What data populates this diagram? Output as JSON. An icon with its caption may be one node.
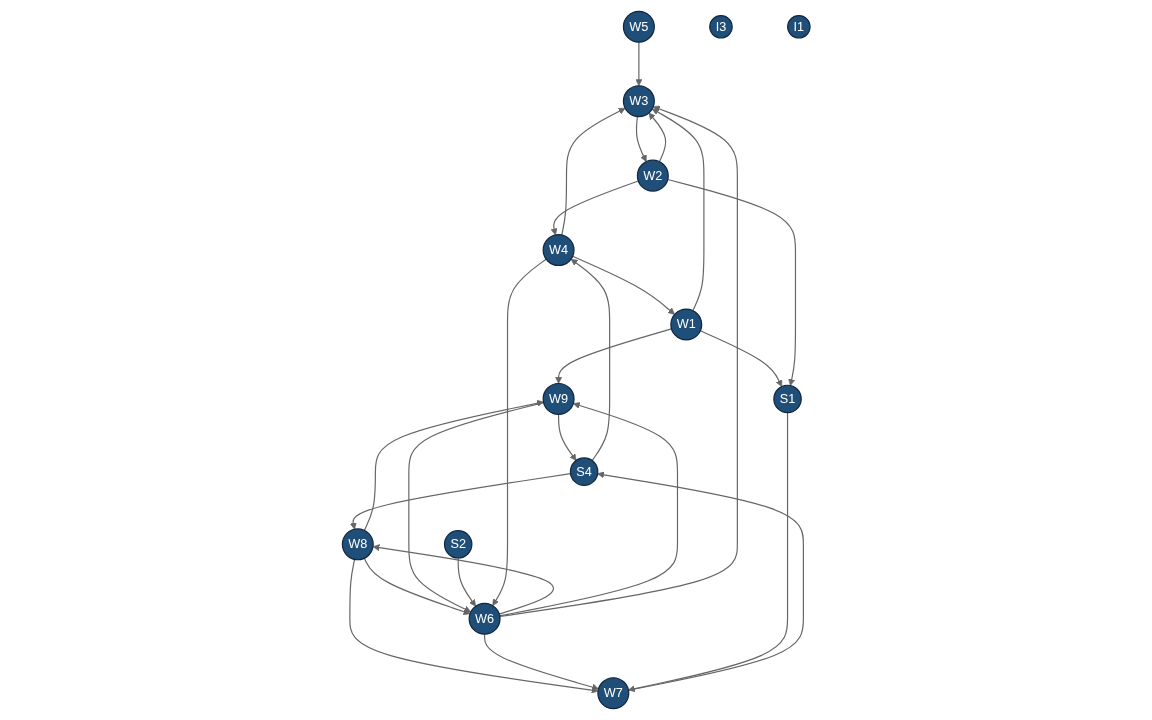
{
  "diagram": {
    "nodes": [
      {
        "text": [
          "W8"
        ]
      },
      {
        "text": [
          "W9"
        ]
      },
      {
        "text": [
          "S2"
        ]
      },
      {
        "text": [
          "I3"
        ]
      },
      {
        "text": [
          "S4"
        ]
      },
      {
        "text": [
          "W7"
        ]
      },
      {
        "text": [
          "W6"
        ]
      },
      {
        "text": [
          "I1"
        ]
      },
      {
        "text": [
          "W4"
        ]
      },
      {
        "text": [
          "S1"
        ]
      },
      {
        "text": [
          "W1"
        ]
      },
      {
        "text": [
          "W3"
        ]
      },
      {
        "text": [
          "W2"
        ]
      },
      {
        "text": [
          "W5"
        ]
      }
    ],
    "edges": [
      {
        "from": 4,
        "to": 0,
        "arrow": "to"
      },
      {
        "from": 0,
        "to": 5,
        "arrow": "to"
      },
      {
        "from": 0,
        "to": 1,
        "arrow": "to"
      },
      {
        "from": 1,
        "to": 4,
        "arrow": "to"
      },
      {
        "from": 5,
        "to": 4,
        "arrow": "to"
      },
      {
        "from": 6,
        "to": 5,
        "arrow": "to"
      },
      {
        "from": 0,
        "to": 6,
        "arrow": "to"
      },
      {
        "from": 6,
        "to": 0,
        "arrow": "to"
      },
      {
        "from": 6,
        "to": 1,
        "arrow": "to"
      },
      {
        "from": 1,
        "to": 6,
        "arrow": "to"
      },
      {
        "from": 2,
        "to": 6,
        "arrow": "to"
      },
      {
        "from": 4,
        "to": 8,
        "arrow": "to"
      },
      {
        "from": 10,
        "to": 1,
        "arrow": "to"
      },
      {
        "from": 9,
        "to": 5,
        "arrow": "to"
      },
      {
        "from": 10,
        "to": 9,
        "arrow": "to"
      },
      {
        "from": 8,
        "to": 10,
        "arrow": "to"
      },
      {
        "from": 10,
        "to": 11,
        "arrow": "to"
      },
      {
        "from": 8,
        "to": 6,
        "arrow": "to"
      },
      {
        "from": 8,
        "to": 11,
        "arrow": "to"
      },
      {
        "from": 6,
        "to": 11,
        "arrow": "to"
      },
      {
        "from": 12,
        "to": 8,
        "arrow": "to"
      },
      {
        "from": 12,
        "to": 11,
        "arrow": "to"
      },
      {
        "from": 11,
        "to": 12,
        "arrow": "to"
      },
      {
        "from": 12,
        "to": 9,
        "arrow": "to"
      },
      {
        "from": 13,
        "to": 11,
        "arrow": "to"
      }
    ]
  }
}
